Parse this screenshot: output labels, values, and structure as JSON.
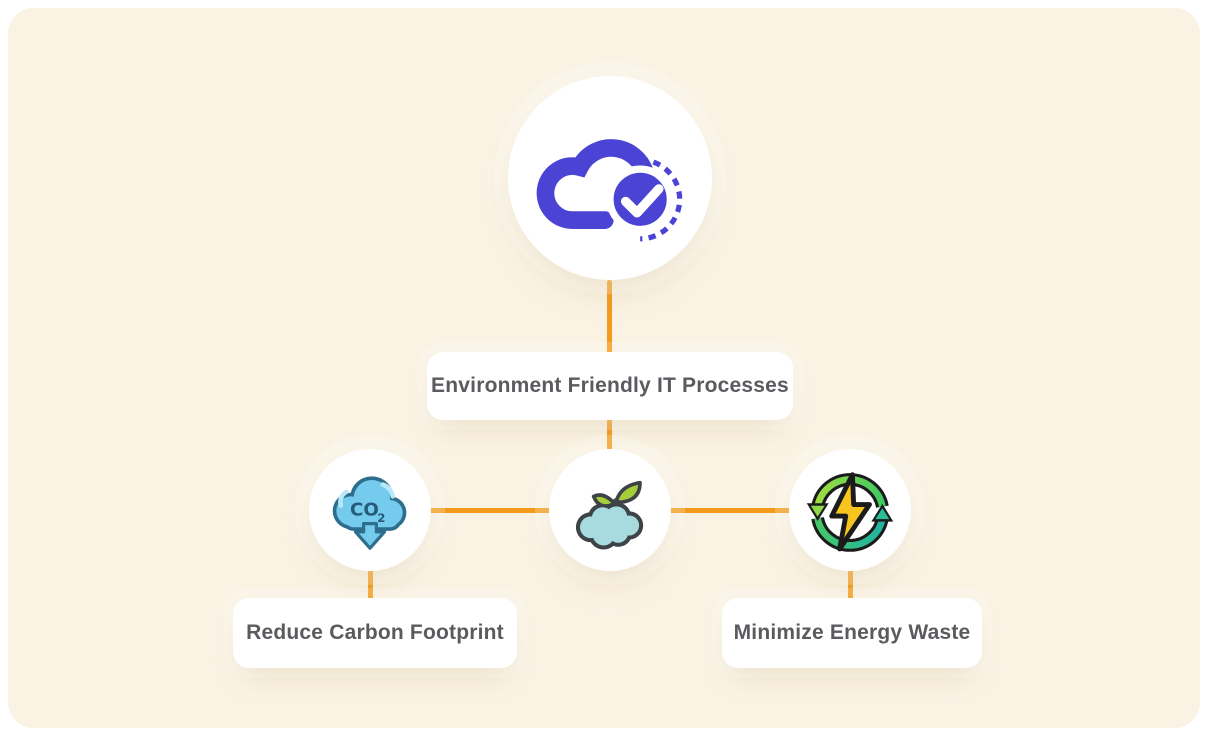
{
  "page": {
    "background": "#ffffff",
    "canvas_background": "#faf3e4"
  },
  "colors": {
    "connector_orange": "#f39b1b",
    "brand_purple": "#4a43d4",
    "text_gray": "#5a5b5e",
    "card_white": "#ffffff",
    "co2_cloud_fill": "#74cbee",
    "co2_cloud_outline": "#2d6e8e",
    "co2_cloud_highlight": "#b9e8fa",
    "co2_text_color": "#255b78",
    "sprout_cloud_fill": "#a8dbe0",
    "sprout_outline": "#3e4347",
    "leaf_green": "#a6ce39",
    "bolt_yellow": "#f7c51e",
    "recycle_arrow_green": "#8fd947",
    "recycle_arrow_teal": "#2abb97"
  },
  "diagram": {
    "root": {
      "icon": "cloud-check-icon"
    },
    "title_card": {
      "label": "Environment Friendly IT Processes"
    },
    "children": [
      {
        "icon": "co2-cloud-icon",
        "icon_text": "CO",
        "icon_text_sub": "2",
        "label": "Reduce Carbon Footprint"
      },
      {
        "icon": "sprout-cloud-icon",
        "label": ""
      },
      {
        "icon": "energy-recycle-icon",
        "label": "Minimize Energy Waste"
      }
    ]
  }
}
